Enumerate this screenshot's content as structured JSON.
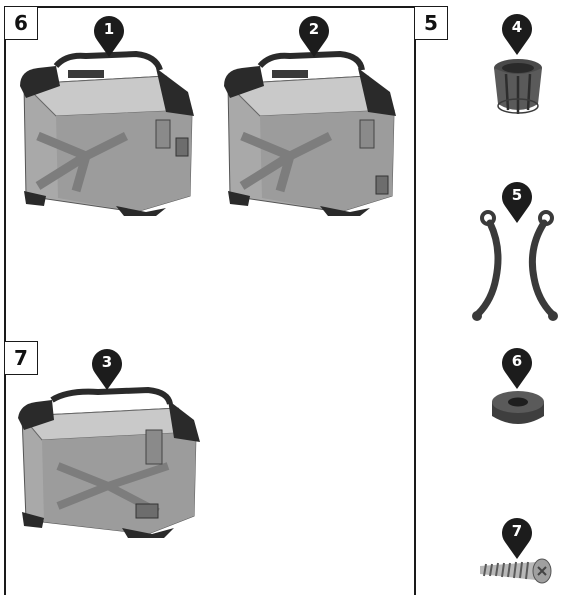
{
  "sections": [
    {
      "label": "6"
    },
    {
      "label": "7"
    },
    {
      "label": "5"
    }
  ],
  "callouts": [
    {
      "number": "1"
    },
    {
      "number": "2"
    },
    {
      "number": "3"
    },
    {
      "number": "4"
    },
    {
      "number": "5"
    },
    {
      "number": "6"
    },
    {
      "number": "7"
    }
  ],
  "colors": {
    "outline": "#1a1a1a",
    "callout_fill": "#1c1c1c",
    "case_body": "#a9a9a9",
    "case_dark": "#2a2a2a"
  },
  "parts": [
    {
      "icon": "side-case-icon"
    },
    {
      "icon": "side-case-icon"
    },
    {
      "icon": "top-case-icon"
    },
    {
      "icon": "bushing-icon"
    },
    {
      "icon": "strap-pair-icon"
    },
    {
      "icon": "rubber-grommet-icon"
    },
    {
      "icon": "screw-icon"
    }
  ]
}
